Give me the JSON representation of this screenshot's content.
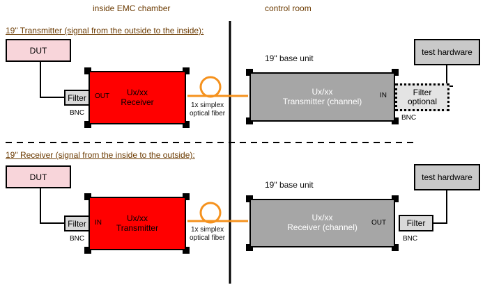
{
  "headers": {
    "left": "inside EMC chamber",
    "right": "control room"
  },
  "top": {
    "section_title": "19\" Transmitter (signal from the outside to the inside):",
    "dut": "DUT",
    "filter": "Filter",
    "bnc_left": "BNC",
    "port_left": "OUT",
    "module_line1": "Ux/xx",
    "module_line2": "Receiver",
    "fiber_line1": "1x simplex",
    "fiber_line2": "optical fiber",
    "base_unit_label": "19\" base unit",
    "base_line1": "Ux/xx",
    "base_line2": "Transmitter (channel)",
    "port_right": "IN",
    "filter_opt_line1": "Filter",
    "filter_opt_line2": "optional",
    "bnc_right": "BNC",
    "test_hw": "test hardware"
  },
  "bottom": {
    "section_title": "19\" Receiver (signal from the inside to the outside):",
    "dut": "DUT",
    "filter": "Filter",
    "bnc_left": "BNC",
    "port_left": "IN",
    "module_line1": "Ux/xx",
    "module_line2": "Transmitter",
    "fiber_line1": "1x simplex",
    "fiber_line2": "optical fiber",
    "base_unit_label": "19\" base unit",
    "base_line1": "Ux/xx",
    "base_line2": "Receiver (channel)",
    "port_right": "OUT",
    "filter_right": "Filter",
    "bnc_right": "BNC",
    "test_hw": "test hardware"
  },
  "colors": {
    "dut_fill": "#f8d5da",
    "module_fill": "#ff0000",
    "base_fill": "#a6a6a6",
    "fiber": "#f5921e",
    "test_hw_fill": "#c9c9c9"
  }
}
